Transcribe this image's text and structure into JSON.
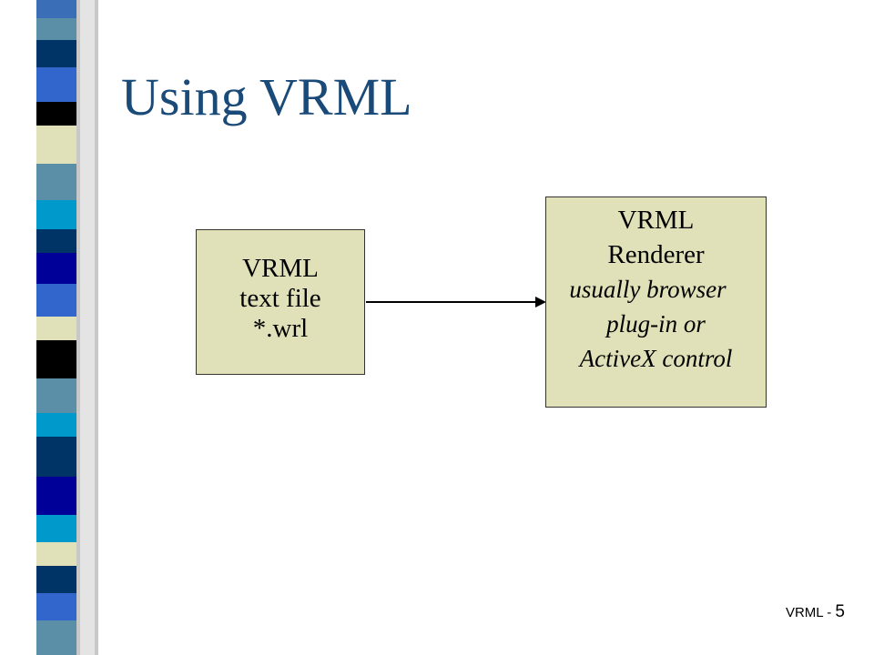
{
  "slide": {
    "title": "Using VRML"
  },
  "diagram": {
    "source_box": {
      "lines": [
        "VRML",
        "text file",
        "*.wrl"
      ]
    },
    "target_box": {
      "lines": [
        "VRML",
        "Renderer"
      ],
      "italic_lines": [
        "usually browser",
        "plug-in or",
        "ActiveX control"
      ]
    }
  },
  "footer": {
    "label": "VRML - ",
    "page_number": "5"
  },
  "colors": {
    "title": "#1a4a78",
    "box_fill": "#e1e1b9",
    "strip_colors": [
      "#4a8fb0",
      "#003366",
      "#3366cc",
      "#000000",
      "#e1e1b9",
      "#0099cc",
      "#000099",
      "#5b8fa8"
    ]
  }
}
